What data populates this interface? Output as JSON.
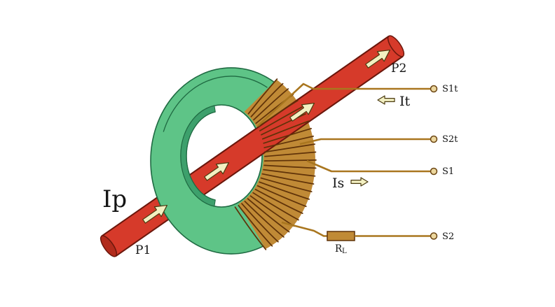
{
  "figure": {
    "kind": "current-transformer-diagram",
    "labels": {
      "primary_current": "Ip",
      "primary_terminal_1": "P1",
      "primary_terminal_2": "P2",
      "test_current": "It",
      "secondary_current": "Is",
      "terminal_s1t": "S1t",
      "terminal_s2t": "S2t",
      "terminal_s1": "S1",
      "terminal_s2": "S2",
      "burden_resistor": "R",
      "burden_resistor_sub": "L"
    },
    "colors": {
      "background": "#ffffff",
      "core_green": "#5ec487",
      "core_outline": "#1f6a42",
      "core_shade": "#3da06c",
      "conductor_red": "#d63a2a",
      "conductor_outline": "#6b170c",
      "conductor_end_face": "#b12b1c",
      "winding_band": "#c08a36",
      "winding_wire": "#5f3208",
      "lead_wire": "#a9761f",
      "terminal_fill": "#ecd79e",
      "arrow_fill": "#f3f0c2",
      "arrow_outline": "#4a3a10"
    }
  }
}
